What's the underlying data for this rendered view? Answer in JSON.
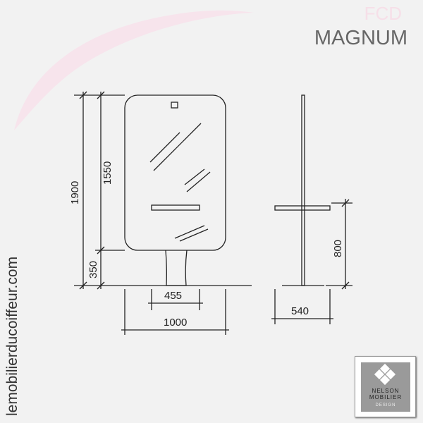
{
  "brand_watermark": "FCD",
  "product_title": "MAGNUM",
  "website": "lemobilierducoiffeur.com",
  "logo": {
    "line1": "NELSON",
    "line2": "MOBILIER",
    "line3": "DESIGN"
  },
  "dimensions": {
    "total_height": "1900",
    "mirror_height": "1550",
    "stem_height": "350",
    "stem_width": "455",
    "total_width": "1000",
    "shelf_height": "800",
    "depth": "540"
  }
}
